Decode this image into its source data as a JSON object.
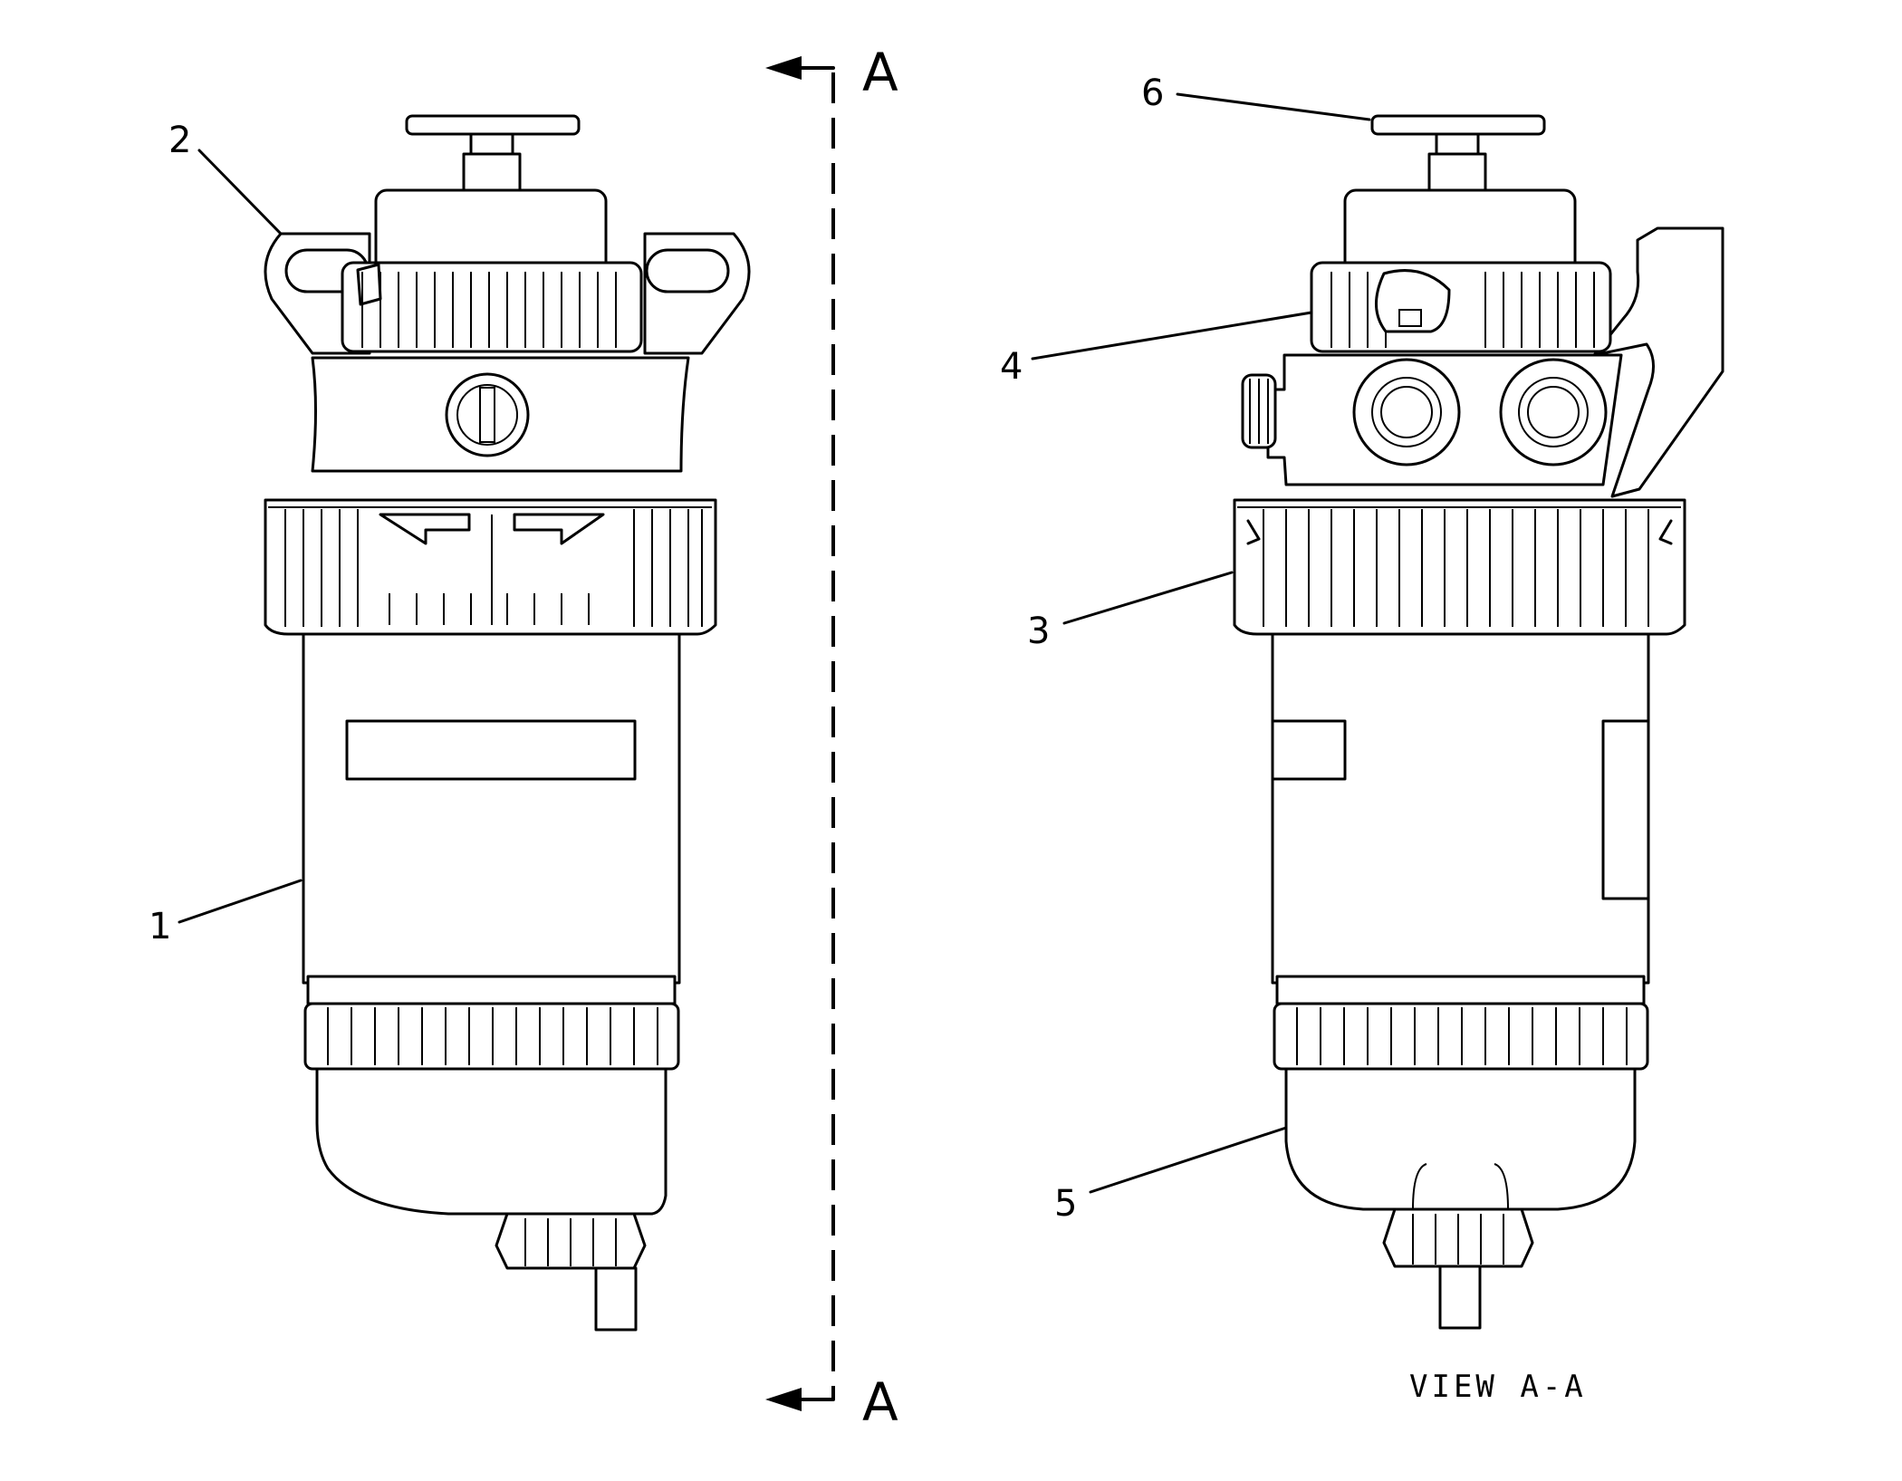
{
  "section_marker": {
    "letter_top": "A",
    "letter_bottom": "A"
  },
  "view_caption": "VIEW A-A",
  "callouts": {
    "c1": "1",
    "c2": "2",
    "c3": "3",
    "c4": "4",
    "c5": "5",
    "c6": "6"
  }
}
